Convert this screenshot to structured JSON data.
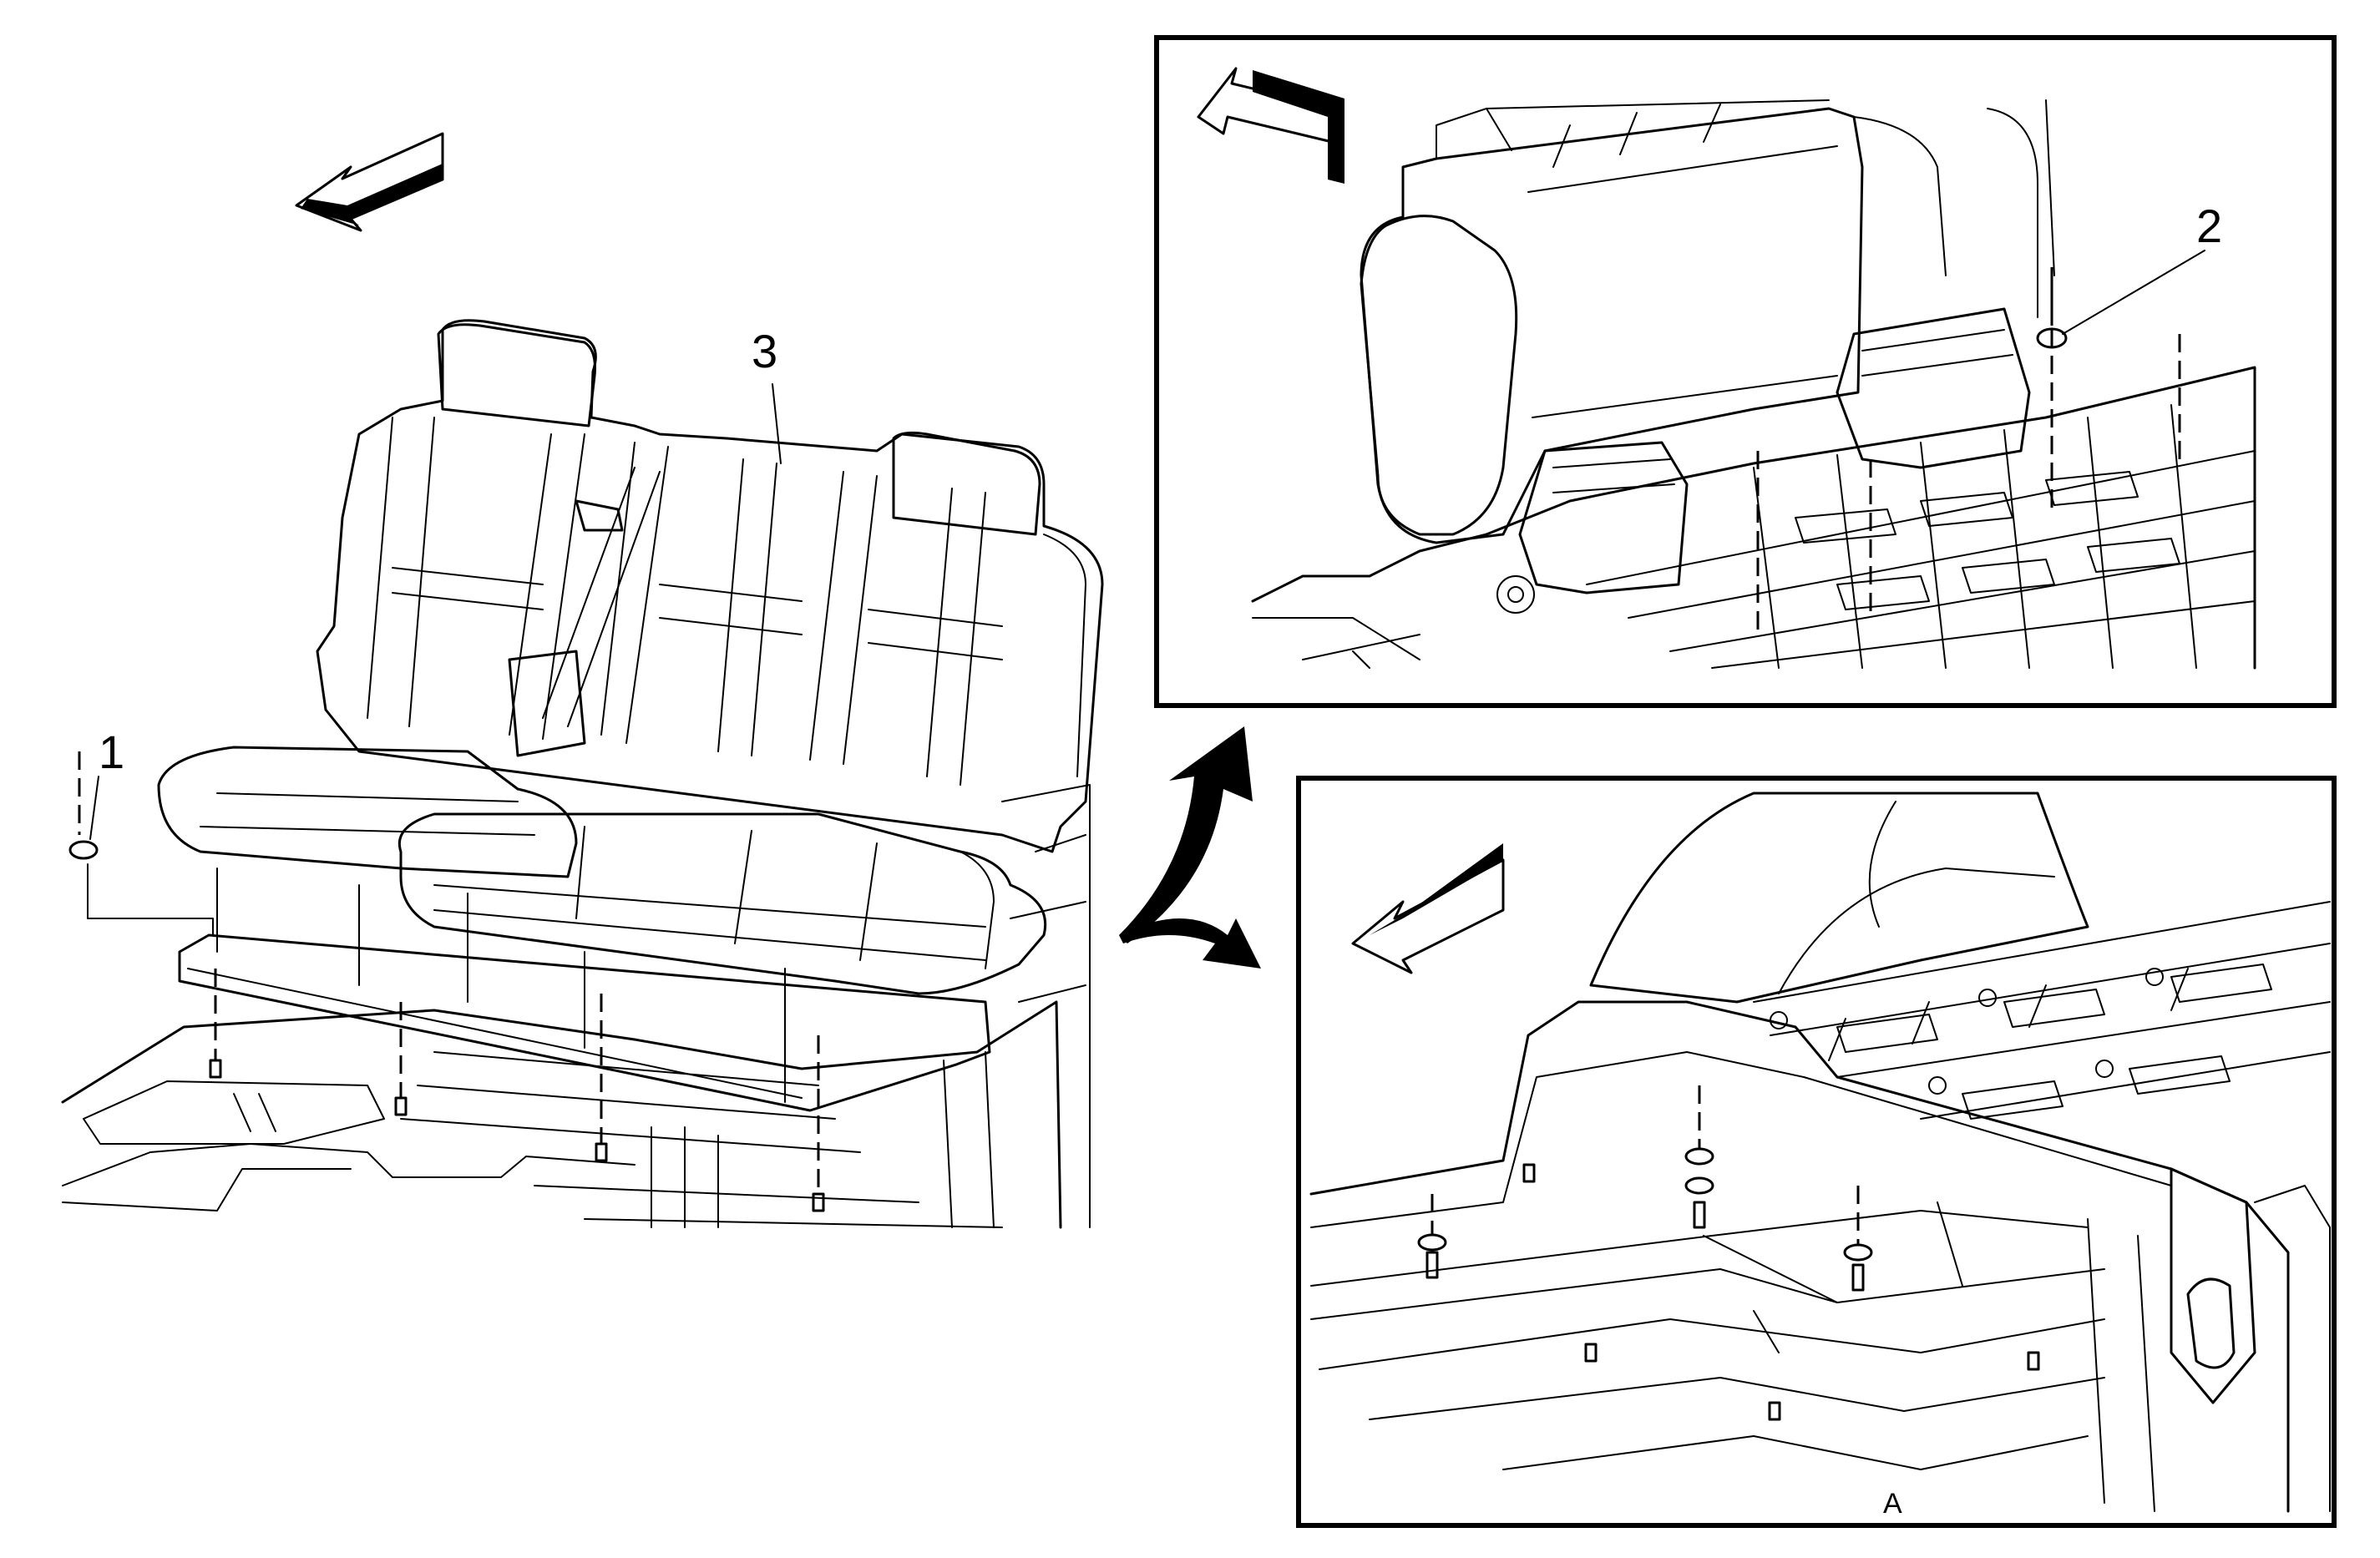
{
  "callouts": [
    {
      "label": "1",
      "part": "fastener"
    },
    {
      "label": "2",
      "part": "fastener"
    },
    {
      "label": "3",
      "part": "seat"
    }
  ],
  "inset_labels": {
    "lower_marker": "A"
  },
  "colors": {
    "line": "#000000",
    "background": "#ffffff"
  },
  "icons": [
    "direction-arrow-icon",
    "transition-arrow-icon"
  ]
}
